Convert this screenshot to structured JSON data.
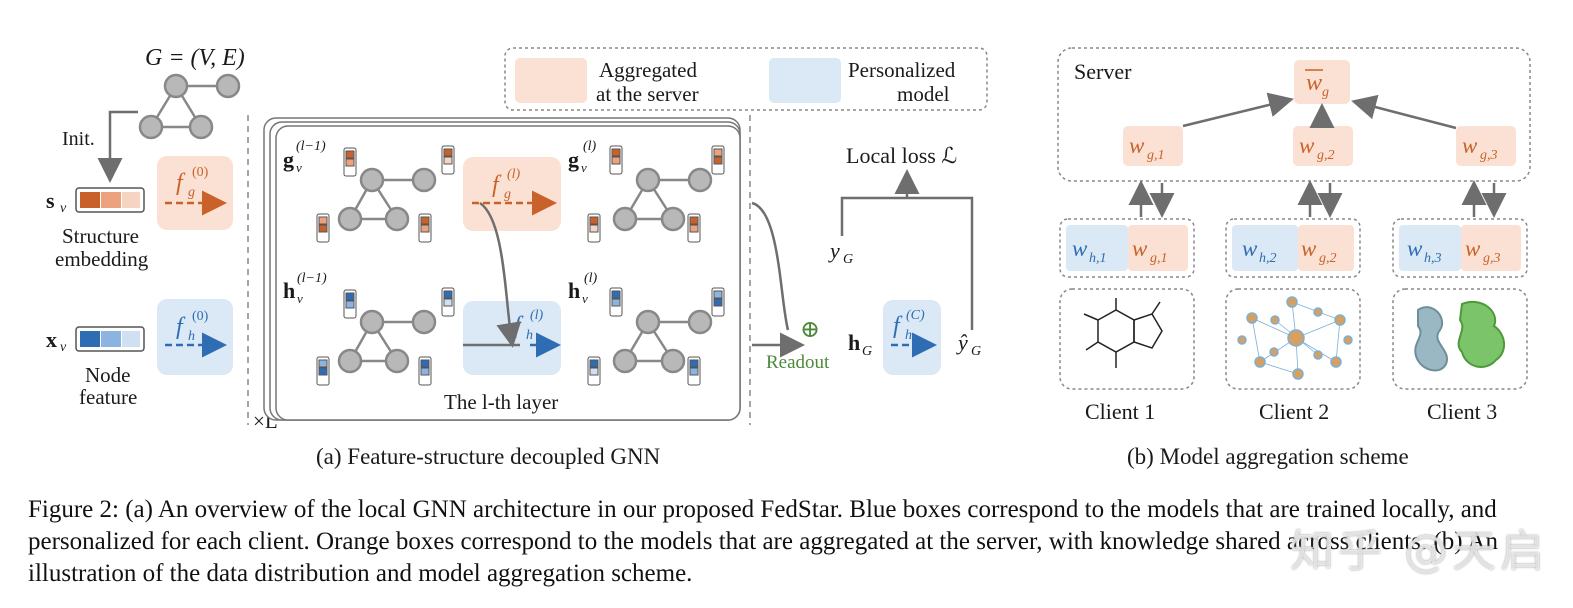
{
  "panel_a": {
    "graph_label": "G = (V, E)",
    "init": "Init.",
    "s_v": "s",
    "structure_embedding": [
      "Structure",
      "embedding"
    ],
    "x_v": "x",
    "node_feature": [
      "Node",
      "feature"
    ],
    "f_g0": "f",
    "f_h0": "f",
    "g_prev": "g",
    "g_prev_sup": "(l−1)",
    "h_prev": "h",
    "h_prev_sup": "(l−1)",
    "g_cur": "g",
    "g_cur_sup": "(l)",
    "h_cur": "h",
    "h_cur_sup": "(l)",
    "f_gl": "f",
    "f_hl": "f",
    "layer_label": "The l-th layer",
    "times_L": "×L",
    "local_loss": "Local loss ℒ",
    "y_G": "y",
    "y_hat_G": "ŷ",
    "readout": "Readout",
    "oplus": "⊕",
    "h_G": "h",
    "f_hC": "f",
    "legend_aggregated": [
      "Aggregated",
      "at the server"
    ],
    "legend_personalized": [
      "Personalized",
      "model"
    ],
    "caption": "(a) Feature-structure decoupled GNN"
  },
  "panel_b": {
    "server": "Server",
    "w_bar": "w",
    "w_g1": "w",
    "w_g2": "w",
    "w_g3": "w",
    "clients": [
      "Client 1",
      "Client 2",
      "Client 3"
    ],
    "caption": "(b) Model aggregation scheme"
  },
  "colors": {
    "orange_fill": "#fbe1d3",
    "blue_fill": "#dbe8f5",
    "orange_dark": "#c8622a",
    "blue_dark": "#2e6db3",
    "node_gray": "#b8b8b8"
  },
  "caption": "Figure 2: (a) An overview of the local GNN architecture in our proposed FedStar. Blue boxes correspond to the models that are trained locally, and personalized for each client. Orange boxes correspond to the models that are aggregated at the server, with knowledge shared across clients. (b) An illustration of the data distribution and model aggregation scheme.",
  "watermark": "知乎 @天启"
}
